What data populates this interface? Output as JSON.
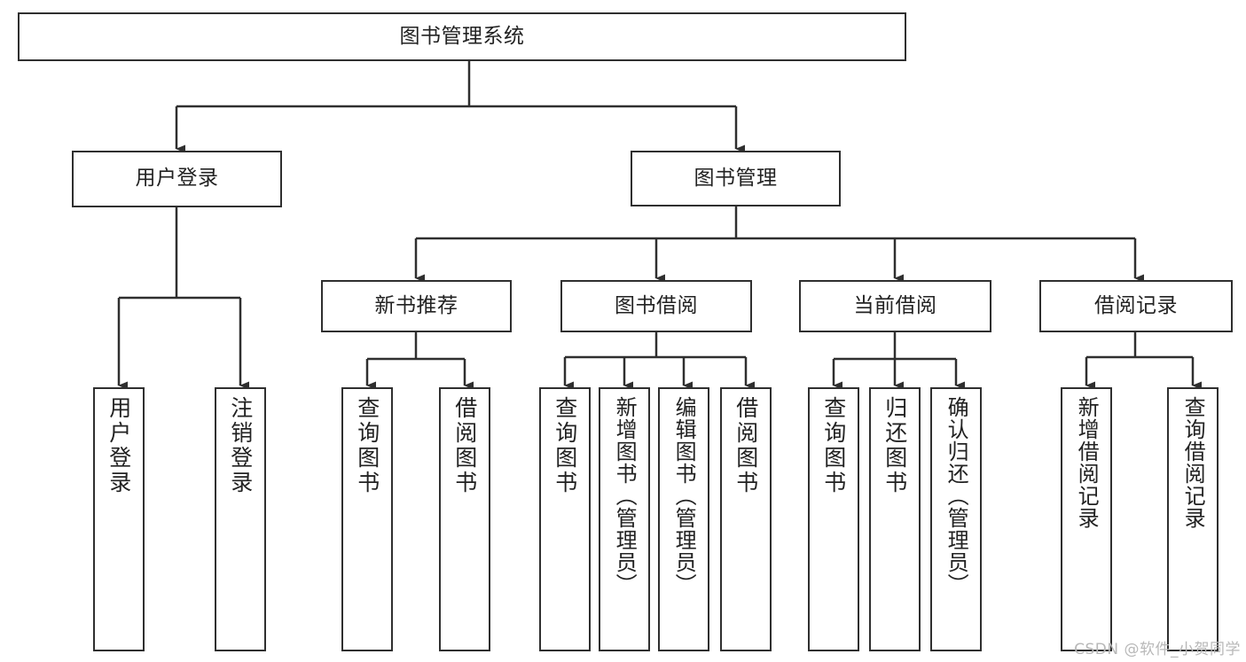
{
  "diagram": {
    "type": "tree-hierarchy",
    "title": "图书管理系统",
    "root": {
      "id": "root",
      "label": "图书管理系统",
      "orientation": "horizontal"
    },
    "level2": [
      {
        "id": "user-login",
        "label": "用户登录",
        "orientation": "horizontal"
      },
      {
        "id": "book-manage",
        "label": "图书管理",
        "orientation": "horizontal"
      }
    ],
    "level3": [
      {
        "id": "new-book-recommend",
        "label": "新书推荐",
        "orientation": "horizontal",
        "parent": "book-manage"
      },
      {
        "id": "book-borrow",
        "label": "图书借阅",
        "orientation": "horizontal",
        "parent": "book-manage"
      },
      {
        "id": "current-borrow",
        "label": "当前借阅",
        "orientation": "horizontal",
        "parent": "book-manage"
      },
      {
        "id": "borrow-record",
        "label": "借阅记录",
        "orientation": "horizontal",
        "parent": "book-manage"
      }
    ],
    "leaves": [
      {
        "id": "leaf-user-login",
        "label": "用户登录",
        "parent": "user-login",
        "orientation": "vertical"
      },
      {
        "id": "leaf-user-logout",
        "label": "注销登录",
        "parent": "user-login",
        "orientation": "vertical"
      },
      {
        "id": "leaf-query-book-1",
        "label": "查询图书",
        "parent": "new-book-recommend",
        "orientation": "vertical"
      },
      {
        "id": "leaf-borrow-book-1",
        "label": "借阅图书",
        "parent": "new-book-recommend",
        "orientation": "vertical"
      },
      {
        "id": "leaf-query-book-2",
        "label": "查询图书",
        "parent": "book-borrow",
        "orientation": "vertical"
      },
      {
        "id": "leaf-add-book",
        "label": "新增图书（管理员）",
        "parent": "book-borrow",
        "orientation": "vertical"
      },
      {
        "id": "leaf-edit-book",
        "label": "编辑图书（管理员）",
        "parent": "book-borrow",
        "orientation": "vertical"
      },
      {
        "id": "leaf-borrow-book-2",
        "label": "借阅图书",
        "parent": "book-borrow",
        "orientation": "vertical"
      },
      {
        "id": "leaf-query-book-3",
        "label": "查询图书",
        "parent": "current-borrow",
        "orientation": "vertical"
      },
      {
        "id": "leaf-return-book",
        "label": "归还图书",
        "parent": "current-borrow",
        "orientation": "vertical"
      },
      {
        "id": "leaf-confirm-return",
        "label": "确认归还（管理员）",
        "parent": "current-borrow",
        "orientation": "vertical"
      },
      {
        "id": "leaf-add-record",
        "label": "新增借阅记录",
        "parent": "borrow-record",
        "orientation": "vertical"
      },
      {
        "id": "leaf-query-record",
        "label": "查询借阅记录",
        "parent": "borrow-record",
        "orientation": "vertical"
      }
    ],
    "colors": {
      "stroke": "#2f2f2f",
      "fill": "#ffffff",
      "text": "#222222",
      "watermark": "#b8b8b8"
    }
  },
  "watermark": {
    "text": "CSDN @软件_小贺同学"
  }
}
